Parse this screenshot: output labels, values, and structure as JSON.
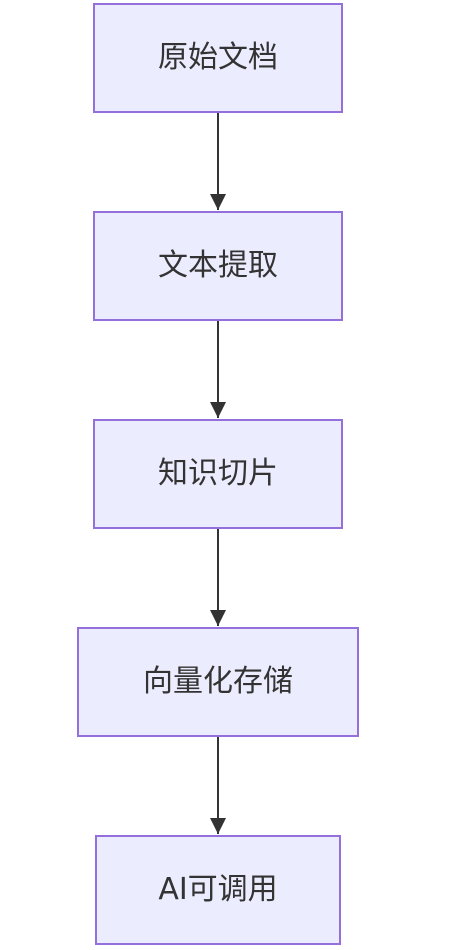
{
  "diagram": {
    "nodes": [
      {
        "id": "n1",
        "label": "原始文档"
      },
      {
        "id": "n2",
        "label": "文本提取"
      },
      {
        "id": "n3",
        "label": "知识切片"
      },
      {
        "id": "n4",
        "label": "向量化存储"
      },
      {
        "id": "n5",
        "label": "AI可调用"
      }
    ],
    "edges": [
      {
        "from": "n1",
        "to": "n2"
      },
      {
        "from": "n2",
        "to": "n3"
      },
      {
        "from": "n3",
        "to": "n4"
      },
      {
        "from": "n4",
        "to": "n5"
      }
    ],
    "colors": {
      "node_fill": "#ececff",
      "node_border": "#9370db",
      "edge": "#333333",
      "text": "#333333"
    }
  }
}
